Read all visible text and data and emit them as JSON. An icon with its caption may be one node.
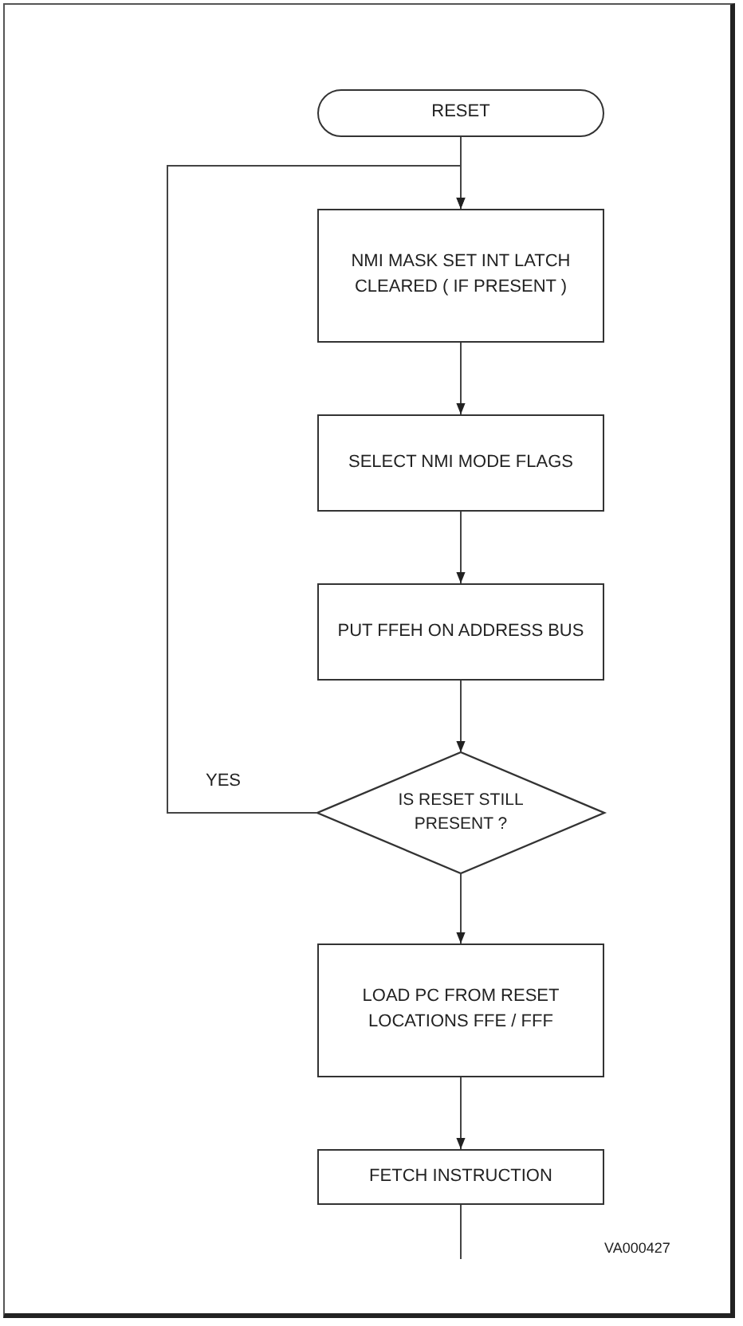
{
  "diagram": {
    "nodes": [
      {
        "text": [
          "RESET"
        ]
      },
      {
        "text": [
          "NMI MASK SET INT LATCH CLEARED ( IF PRESENT )"
        ]
      },
      {
        "text": [
          "SELECT NMI MODE FLAGS"
        ]
      },
      {
        "text": [
          "PUT FFEH ON ADDRESS BUS"
        ]
      },
      {
        "text": [
          "IS RESET STILL PRESENT ?"
        ]
      },
      {
        "text": [
          "LOAD PC FROM RESET LOCATIONS FFE / FFF"
        ]
      },
      {
        "text": [
          "FETCH INSTRUCTION"
        ]
      }
    ],
    "edges": [
      {
        "from": 0,
        "to": 1,
        "arrow": "to"
      },
      {
        "from": 1,
        "to": 2,
        "arrow": "to"
      },
      {
        "from": 2,
        "to": 3,
        "arrow": "to"
      },
      {
        "from": 3,
        "to": 4,
        "arrow": "to"
      },
      {
        "from": 4,
        "to": 1,
        "arrow": "to",
        "label": "YES"
      },
      {
        "from": 4,
        "to": 5,
        "arrow": "to"
      },
      {
        "from": 5,
        "to": 6,
        "arrow": "to"
      },
      {
        "from": 6,
        "to": null,
        "arrow": "none"
      }
    ],
    "labels": [
      "VA000427"
    ]
  }
}
